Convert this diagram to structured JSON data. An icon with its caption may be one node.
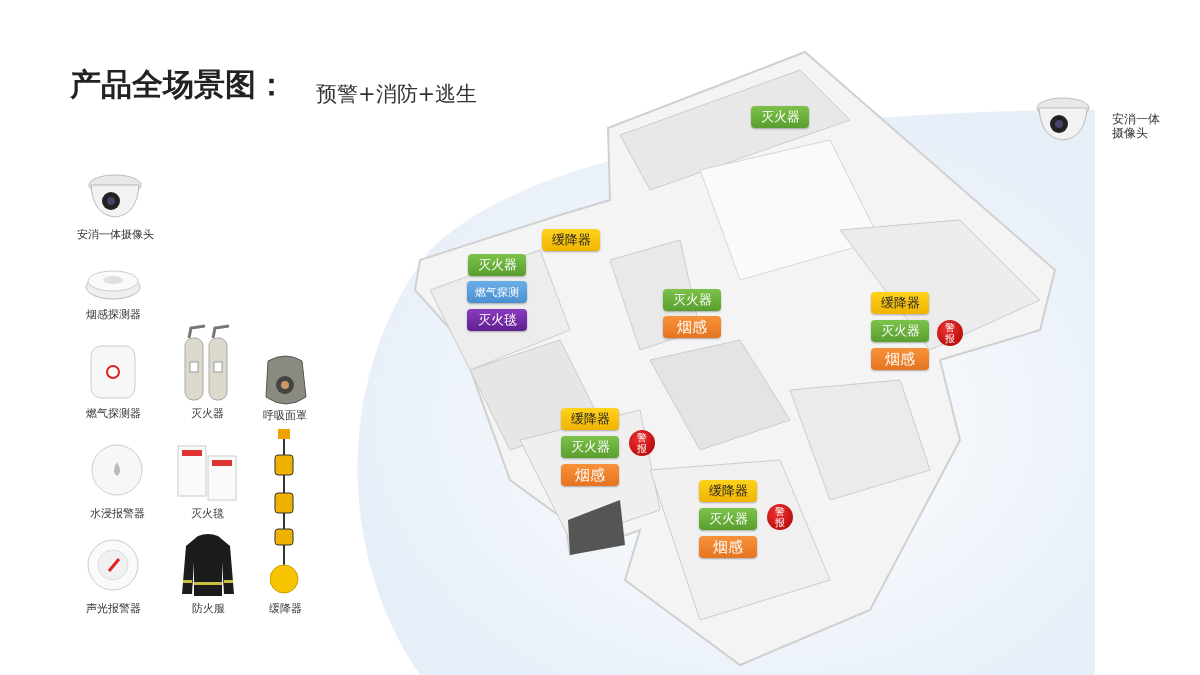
{
  "diagram": {
    "title": "产品全场景图：",
    "nodes": [
      {
        "text": [
          "灭火器"
        ]
      },
      {
        "text": [
          "缓降器"
        ]
      },
      {
        "text": [
          "灭火器"
        ]
      },
      {
        "text": [
          "燃气探测"
        ]
      },
      {
        "text": [
          "灭火毯"
        ]
      },
      {
        "text": [
          "灭火器"
        ]
      },
      {
        "text": [
          "烟感"
        ]
      },
      {
        "text": [
          "缓降器"
        ]
      },
      {
        "text": [
          "灭火器"
        ]
      },
      {
        "text": [
          "警报"
        ]
      },
      {
        "text": [
          "烟感"
        ]
      },
      {
        "text": [
          "缓降器"
        ]
      },
      {
        "text": [
          "灭火器"
        ]
      },
      {
        "text": [
          "警报"
        ]
      },
      {
        "text": [
          "烟感"
        ]
      },
      {
        "text": [
          "缓降器"
        ]
      },
      {
        "text": [
          "灭火器"
        ]
      },
      {
        "text": [
          "警报"
        ]
      },
      {
        "text": [
          "烟感"
        ]
      }
    ],
    "labels": [
      "预警+消防+逃生",
      "安消一体摄像头",
      "安消一体摄像头",
      "烟感探测器",
      "燃气探测器",
      "灭火器",
      "呼吸面罩",
      "水浸报警器",
      "灭火毯",
      "声光报警器",
      "防火服",
      "缓降器"
    ]
  }
}
